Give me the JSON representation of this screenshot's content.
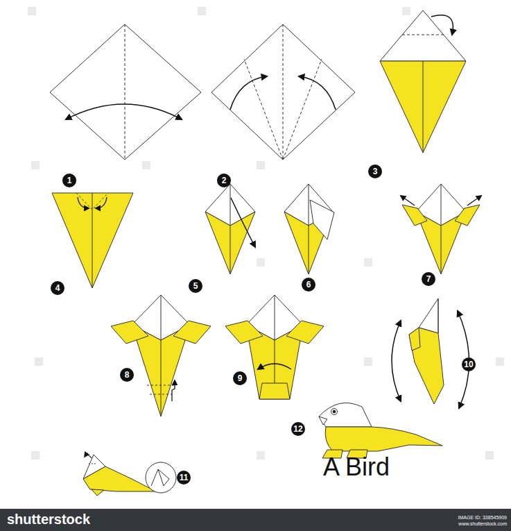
{
  "diagram": {
    "nodes": [
      {
        "text": [
          "1"
        ]
      },
      {
        "text": [
          "2"
        ]
      },
      {
        "text": [
          "3"
        ]
      },
      {
        "text": [
          "4"
        ]
      },
      {
        "text": [
          "5"
        ]
      },
      {
        "text": [
          "6"
        ]
      },
      {
        "text": [
          "7"
        ]
      },
      {
        "text": [
          "8"
        ]
      },
      {
        "text": [
          "9"
        ]
      },
      {
        "text": [
          "10"
        ]
      },
      {
        "text": [
          "11"
        ]
      },
      {
        "text": [
          "12"
        ]
      },
      {
        "text": [
          "shutterstock",
          "IMAGE ID: 338545909",
          "www.shutterstock.com"
        ]
      }
    ],
    "labels": [
      "A Bird"
    ]
  }
}
